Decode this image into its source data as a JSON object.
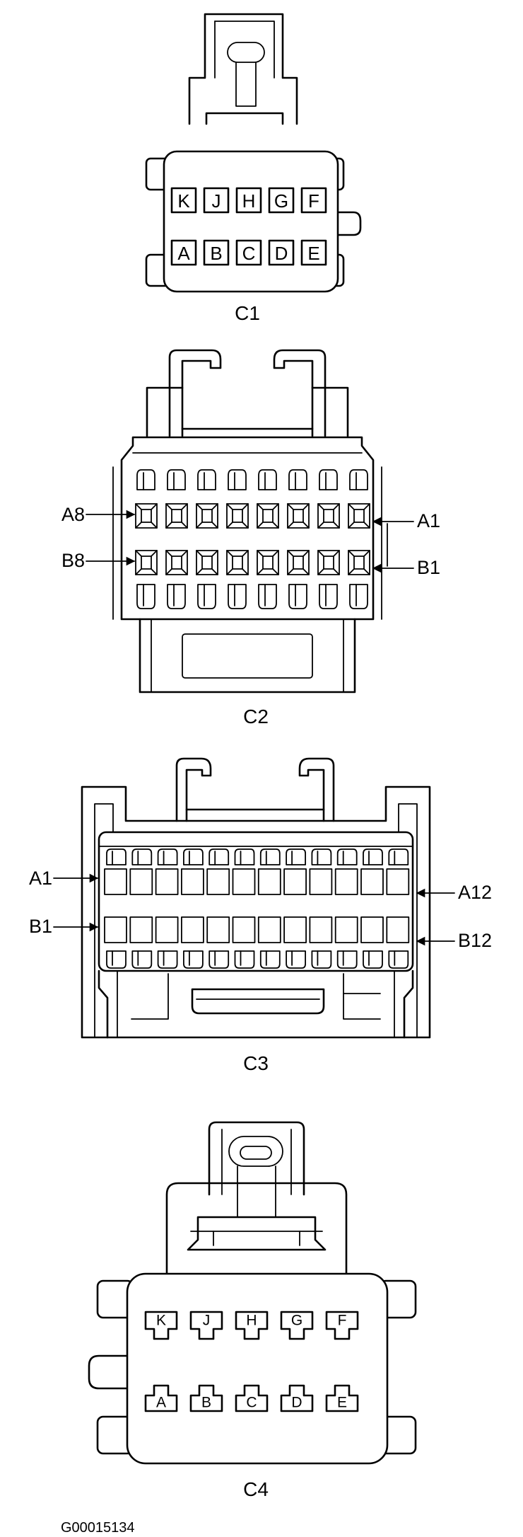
{
  "figure_id": "G00015134",
  "c1": {
    "caption": "C1",
    "top_row": [
      "K",
      "J",
      "H",
      "G",
      "F"
    ],
    "bottom_row": [
      "A",
      "B",
      "C",
      "D",
      "E"
    ]
  },
  "c2": {
    "caption": "C2",
    "row_a_left": "A8",
    "row_a_right": "A1",
    "row_b_left": "B8",
    "row_b_right": "B1",
    "columns": 8
  },
  "c3": {
    "caption": "C3",
    "row_a_left": "A1",
    "row_a_right": "A12",
    "row_b_left": "B1",
    "row_b_right": "B12",
    "columns": 12
  },
  "c4": {
    "caption": "C4",
    "top_row": [
      "K",
      "J",
      "H",
      "G",
      "F"
    ],
    "bottom_row": [
      "A",
      "B",
      "C",
      "D",
      "E"
    ]
  }
}
